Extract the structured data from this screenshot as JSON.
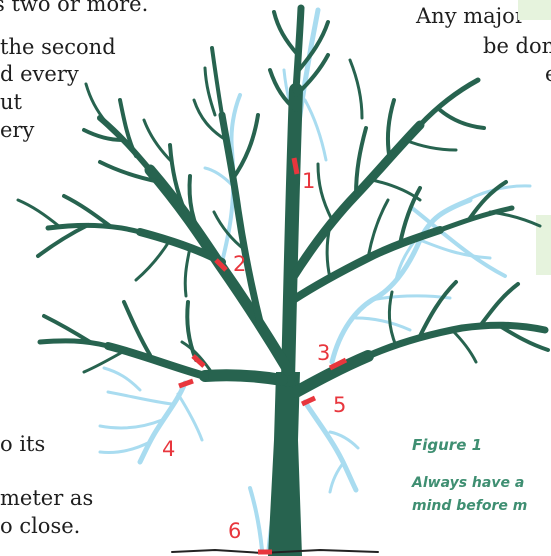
{
  "left_text": [
    "s two or more.",
    "the second",
    "d every",
    "ut",
    "ery",
    "o its",
    "meter as",
    "o close."
  ],
  "right_text": [
    "Any major",
    "be don",
    "e"
  ],
  "cut_labels": [
    "1",
    "2",
    "3",
    "4",
    "5",
    "6"
  ],
  "caption": {
    "title": "Figure 1",
    "line1": "Always have a",
    "line2": "mind before m"
  },
  "colors": {
    "tree": "#27634f",
    "removed_branches": "#a9dcf0",
    "cut_marks": "#e8363d",
    "labels": "#e8363d",
    "caption": "#3f8f72",
    "background_accent": "#e6f3dd"
  }
}
